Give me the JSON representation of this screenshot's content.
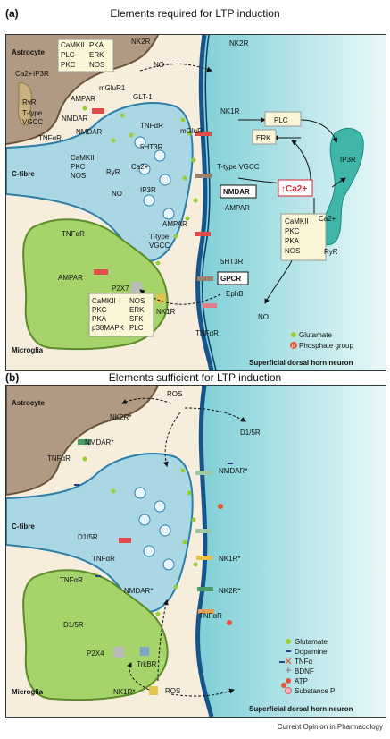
{
  "panel_a": {
    "letter": "(a)",
    "title": "Elements required for LTP induction",
    "cells": {
      "astrocyte": "Astrocyte",
      "c_fibre": "C-fibre",
      "microglia": "Microglia",
      "neuron": "Superficial dorsal horn neuron"
    },
    "astro_ca": "Ca2+",
    "astro_ip3r": "IP3R",
    "astro_kinases_left": [
      "CaMKII",
      "PLC",
      "PKC"
    ],
    "astro_kinases_right": [
      "PKA",
      "ERK",
      "NOS"
    ],
    "labels": {
      "nk2r_top": "NK2R",
      "no_top": "NO",
      "nk2r_right": "NK2R",
      "mglur1": "mGluR1",
      "glt1": "GLT-1",
      "ryr_astro": "RyR",
      "ttype_astro": "T-type",
      "vgcc_astro": "VGCC",
      "ampar_astro": "AMPAR",
      "nmdar_astro": "NMDAR",
      "tnfar_astro": "TNFαR",
      "nmdar_cf": "NMDAR",
      "tnfar_cf": "TNFαR",
      "mglur_cf": "mGluR",
      "ht3r_cf": "5HT3R",
      "ca_cf": "Ca2+",
      "ryr_cf": "RyR",
      "ip3r_cf": "IP3R",
      "ampar_cf": "AMPAR",
      "ttype_cf": "T-type",
      "vgcc_cf": "VGCC",
      "no_cf": "NO",
      "nk1r_n": "NK1R",
      "plc_n": "PLC",
      "erk_n": "ERK",
      "ttype_vgcc_n": "T-type VGCC",
      "nmdar_n": "NMDAR",
      "ampar_n": "AMPAR",
      "ca_n": "↑Ca2+",
      "ht3r_n": "5HT3R",
      "gpcr_n": "GPCR",
      "ephb_n": "EphB",
      "no_n": "NO",
      "ip3r_n": "IP3R",
      "ca_n2": "Ca2+",
      "ryr_n": "RyR",
      "tnfar_mg": "TNFαR",
      "ampar_mg": "AMPAR",
      "p2x7_mg": "P2X7",
      "nk1r_mg": "NK1R",
      "tnfar_n": "TNFαR"
    },
    "cf_kinases": [
      "CaMKII",
      "PKC",
      "NOS"
    ],
    "n_kinases": [
      "CaMKII",
      "PKC",
      "PKA",
      "NOS"
    ],
    "mg_kinases_left": [
      "CaMKII",
      "PKC",
      "PKA",
      "p38MAPK"
    ],
    "mg_kinases_right": [
      "NOS",
      "ERK",
      "SFK",
      "PLC"
    ],
    "legend": [
      "Glutamate",
      "Phosphate group"
    ],
    "phosphate_symbol": "P"
  },
  "panel_b": {
    "letter": "(b)",
    "title": "Elements sufficient for LTP induction",
    "cells": {
      "astrocyte": "Astrocyte",
      "c_fibre": "C-fibre",
      "microglia": "Microglia",
      "neuron": "Superficial dorsal horn neuron"
    },
    "labels": {
      "ros_top": "ROS",
      "nk2r_astro": "NK2R*",
      "nmdar_astro": "NMDAR*",
      "tnfar_astro": "TNFαR",
      "d15r_n": "D1/5R",
      "d15r_cf": "D1/5R",
      "tnfar_cf": "TNFαR",
      "nmdar_cf": "NMDAR*",
      "nmdar_n": "NMDAR*",
      "nk1r_n": "NK1R*",
      "nk2r_n": "NK2R*",
      "tnfar_n": "TNFαR",
      "tnfar_mg": "TNFαR",
      "d15r_mg": "D1/5R",
      "p2x4_mg": "P2X4",
      "trkbr_mg": "TrkBR",
      "ros_bottom": "ROS",
      "nk1r_mg": "NK1R*"
    },
    "legend": [
      "Glutamate",
      "Dopamine",
      "TNFα",
      "BDNF",
      "ATP",
      "Substance P"
    ]
  },
  "footer": "Current Opinion in Pharmacology",
  "colors": {
    "astrocyte": "#b19a83",
    "c_fibre": "#a9d8e4",
    "microglia": "#a6d36a",
    "neuron": "#a8dfe0",
    "cleft": "#f6eddd",
    "membrane": "#17548a",
    "glutamate": "#9acd32",
    "phosphate": "#e4553a"
  }
}
